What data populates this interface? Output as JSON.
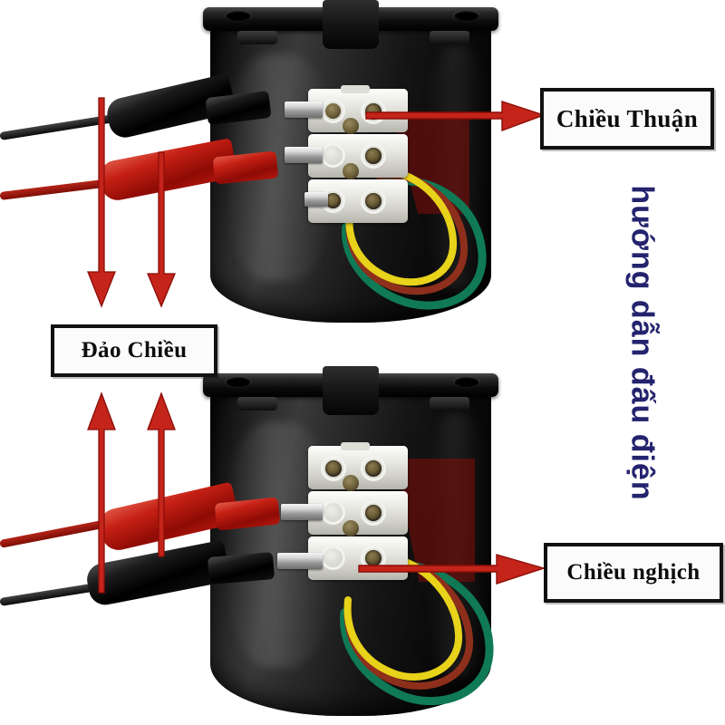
{
  "image": {
    "kind": "instructional-photo",
    "subject": "Hướng dẫn đấu điện motor - đảo chiều quay",
    "background_color": "#ffffff"
  },
  "colors": {
    "arrow_red": "#c4241a",
    "arrow_red_dark": "#8c0f08",
    "caption_blue": "#23236e",
    "label_border": "#111111",
    "label_fill": "#fbfbfb",
    "motor_black": "#121212",
    "terminal_white": "#e8e8e2",
    "brass": "#6d5f37",
    "wire_yellow": "#e8d21a",
    "wire_green": "#0f7a55",
    "wire_brown_red": "#8e2f1c",
    "clip_red": "#c62014",
    "clip_black": "#0a0a0a"
  },
  "labels": {
    "forward": "Chiều Thuận",
    "reverse_switch": "Đảo Chiều",
    "reverse": "Chiều nghịch",
    "vertical_caption": "hướng dẫn đấu điện"
  },
  "panels": [
    {
      "id": "top",
      "name": "forward-wiring-photo",
      "description": "Motor đấu chiều thuận",
      "clips": [
        {
          "name": "black-alligator-clip",
          "color_label": "black",
          "position": "upper",
          "connects_to_terminal_row": 1
        },
        {
          "name": "red-alligator-clip",
          "color_label": "red",
          "position": "lower",
          "connects_to_terminal_row": 2
        }
      ],
      "terminal_rows": 3,
      "callout": "Chiều Thuận"
    },
    {
      "id": "bottom",
      "name": "reverse-wiring-photo",
      "description": "Motor đấu chiều nghịch",
      "clips": [
        {
          "name": "red-alligator-clip",
          "color_label": "red",
          "position": "upper",
          "connects_to_terminal_row": 2
        },
        {
          "name": "black-alligator-clip",
          "color_label": "black",
          "position": "lower",
          "connects_to_terminal_row": 3
        }
      ],
      "terminal_rows": 3,
      "callout": "Chiều nghịch"
    }
  ],
  "motor_leads": [
    {
      "name": "yellow-lead",
      "color": "#e8d21a"
    },
    {
      "name": "brown-red-lead",
      "color": "#8e2f1c"
    },
    {
      "name": "green-lead",
      "color": "#0f7a55"
    }
  ],
  "arrows": {
    "down_count": 2,
    "up_count": 2,
    "right_count": 2,
    "meaning": "Hoán đổi hai dây để đảo chiều"
  }
}
